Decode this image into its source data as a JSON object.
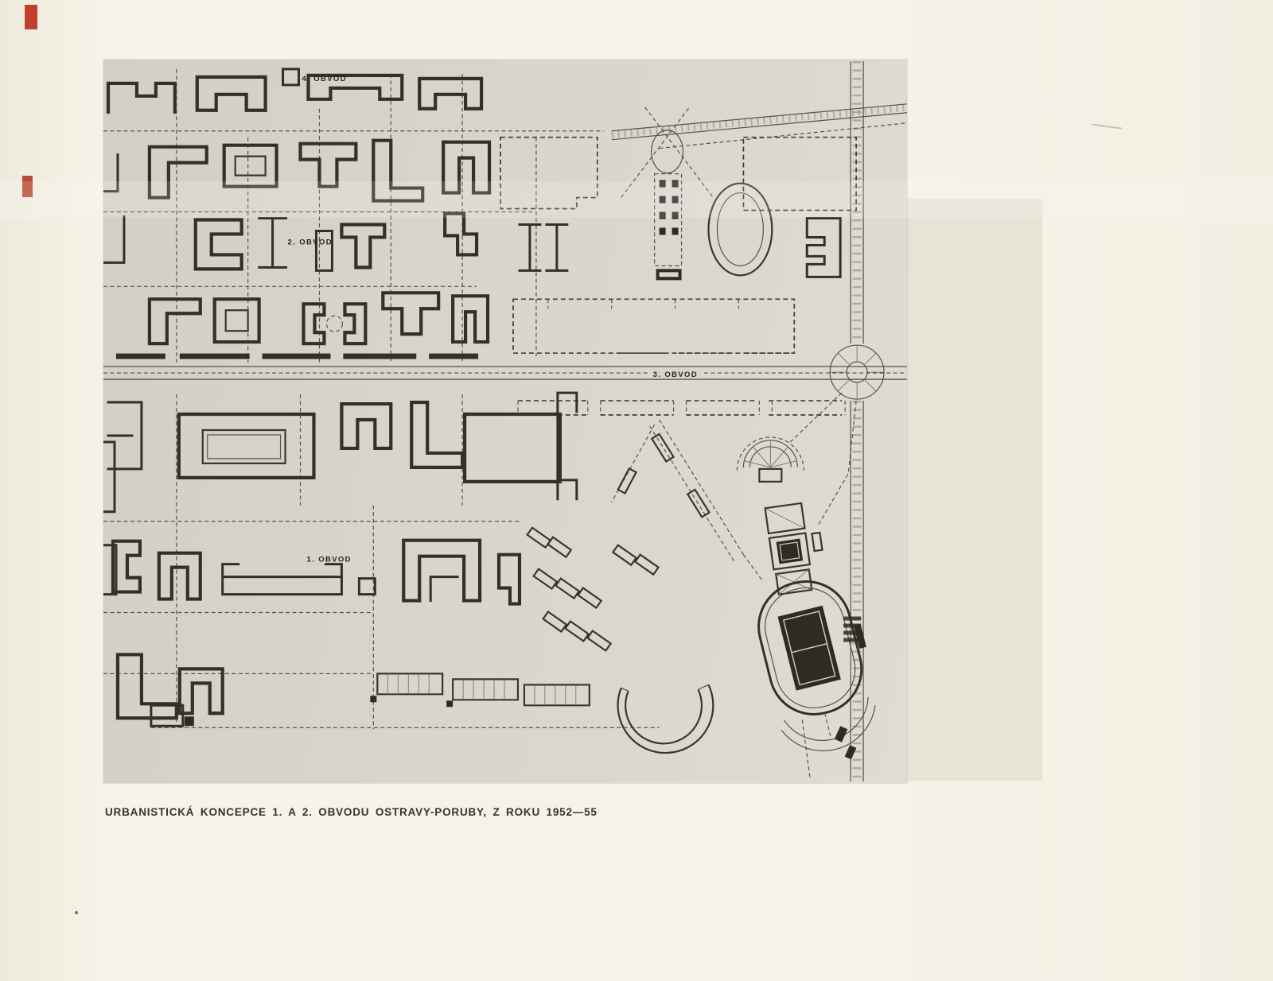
{
  "caption": "URBANISTICKÁ KONCEPCE 1. A 2. OBVODU OSTRAVY-PORUBY, Z ROKU 1952—55",
  "map_labels": {
    "obvod_4": "4. OBVOD",
    "obvod_2": "2. OBVOD",
    "obvod_3": "3. OBVOD",
    "obvod_1": "1. OBVOD"
  }
}
